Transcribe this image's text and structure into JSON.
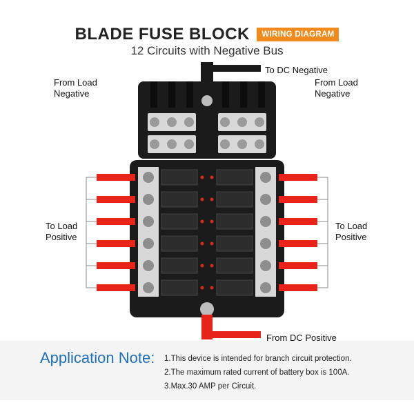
{
  "header": {
    "title": "BLADE FUSE BLOCK",
    "badge": "WIRING DIAGRAM",
    "subtitle": "12 Circuits with Negative Bus"
  },
  "labels": {
    "dc_negative": "To DC Negative",
    "from_load_negative_left": [
      "From Load",
      "Negative"
    ],
    "from_load_negative_right": [
      "From Load",
      "Negative"
    ],
    "to_load_positive_left": [
      "To Load",
      "Positive"
    ],
    "to_load_positive_right": [
      "To Load",
      "Positive"
    ],
    "dc_positive": "From DC Positive"
  },
  "application_note": {
    "title": "Application Note:",
    "lines": [
      "1.This device is intended for branch circuit protection.",
      "2.The maximum rated current of battery box is 100A.",
      "3.Max.30 AMP per Circuit."
    ]
  },
  "colors": {
    "badge": "#f08a1c",
    "note_title": "#1f6fb8",
    "wire_red": "#e8231a",
    "block_body": "#1a1a1a"
  },
  "fuse_circuits_per_side": 6
}
